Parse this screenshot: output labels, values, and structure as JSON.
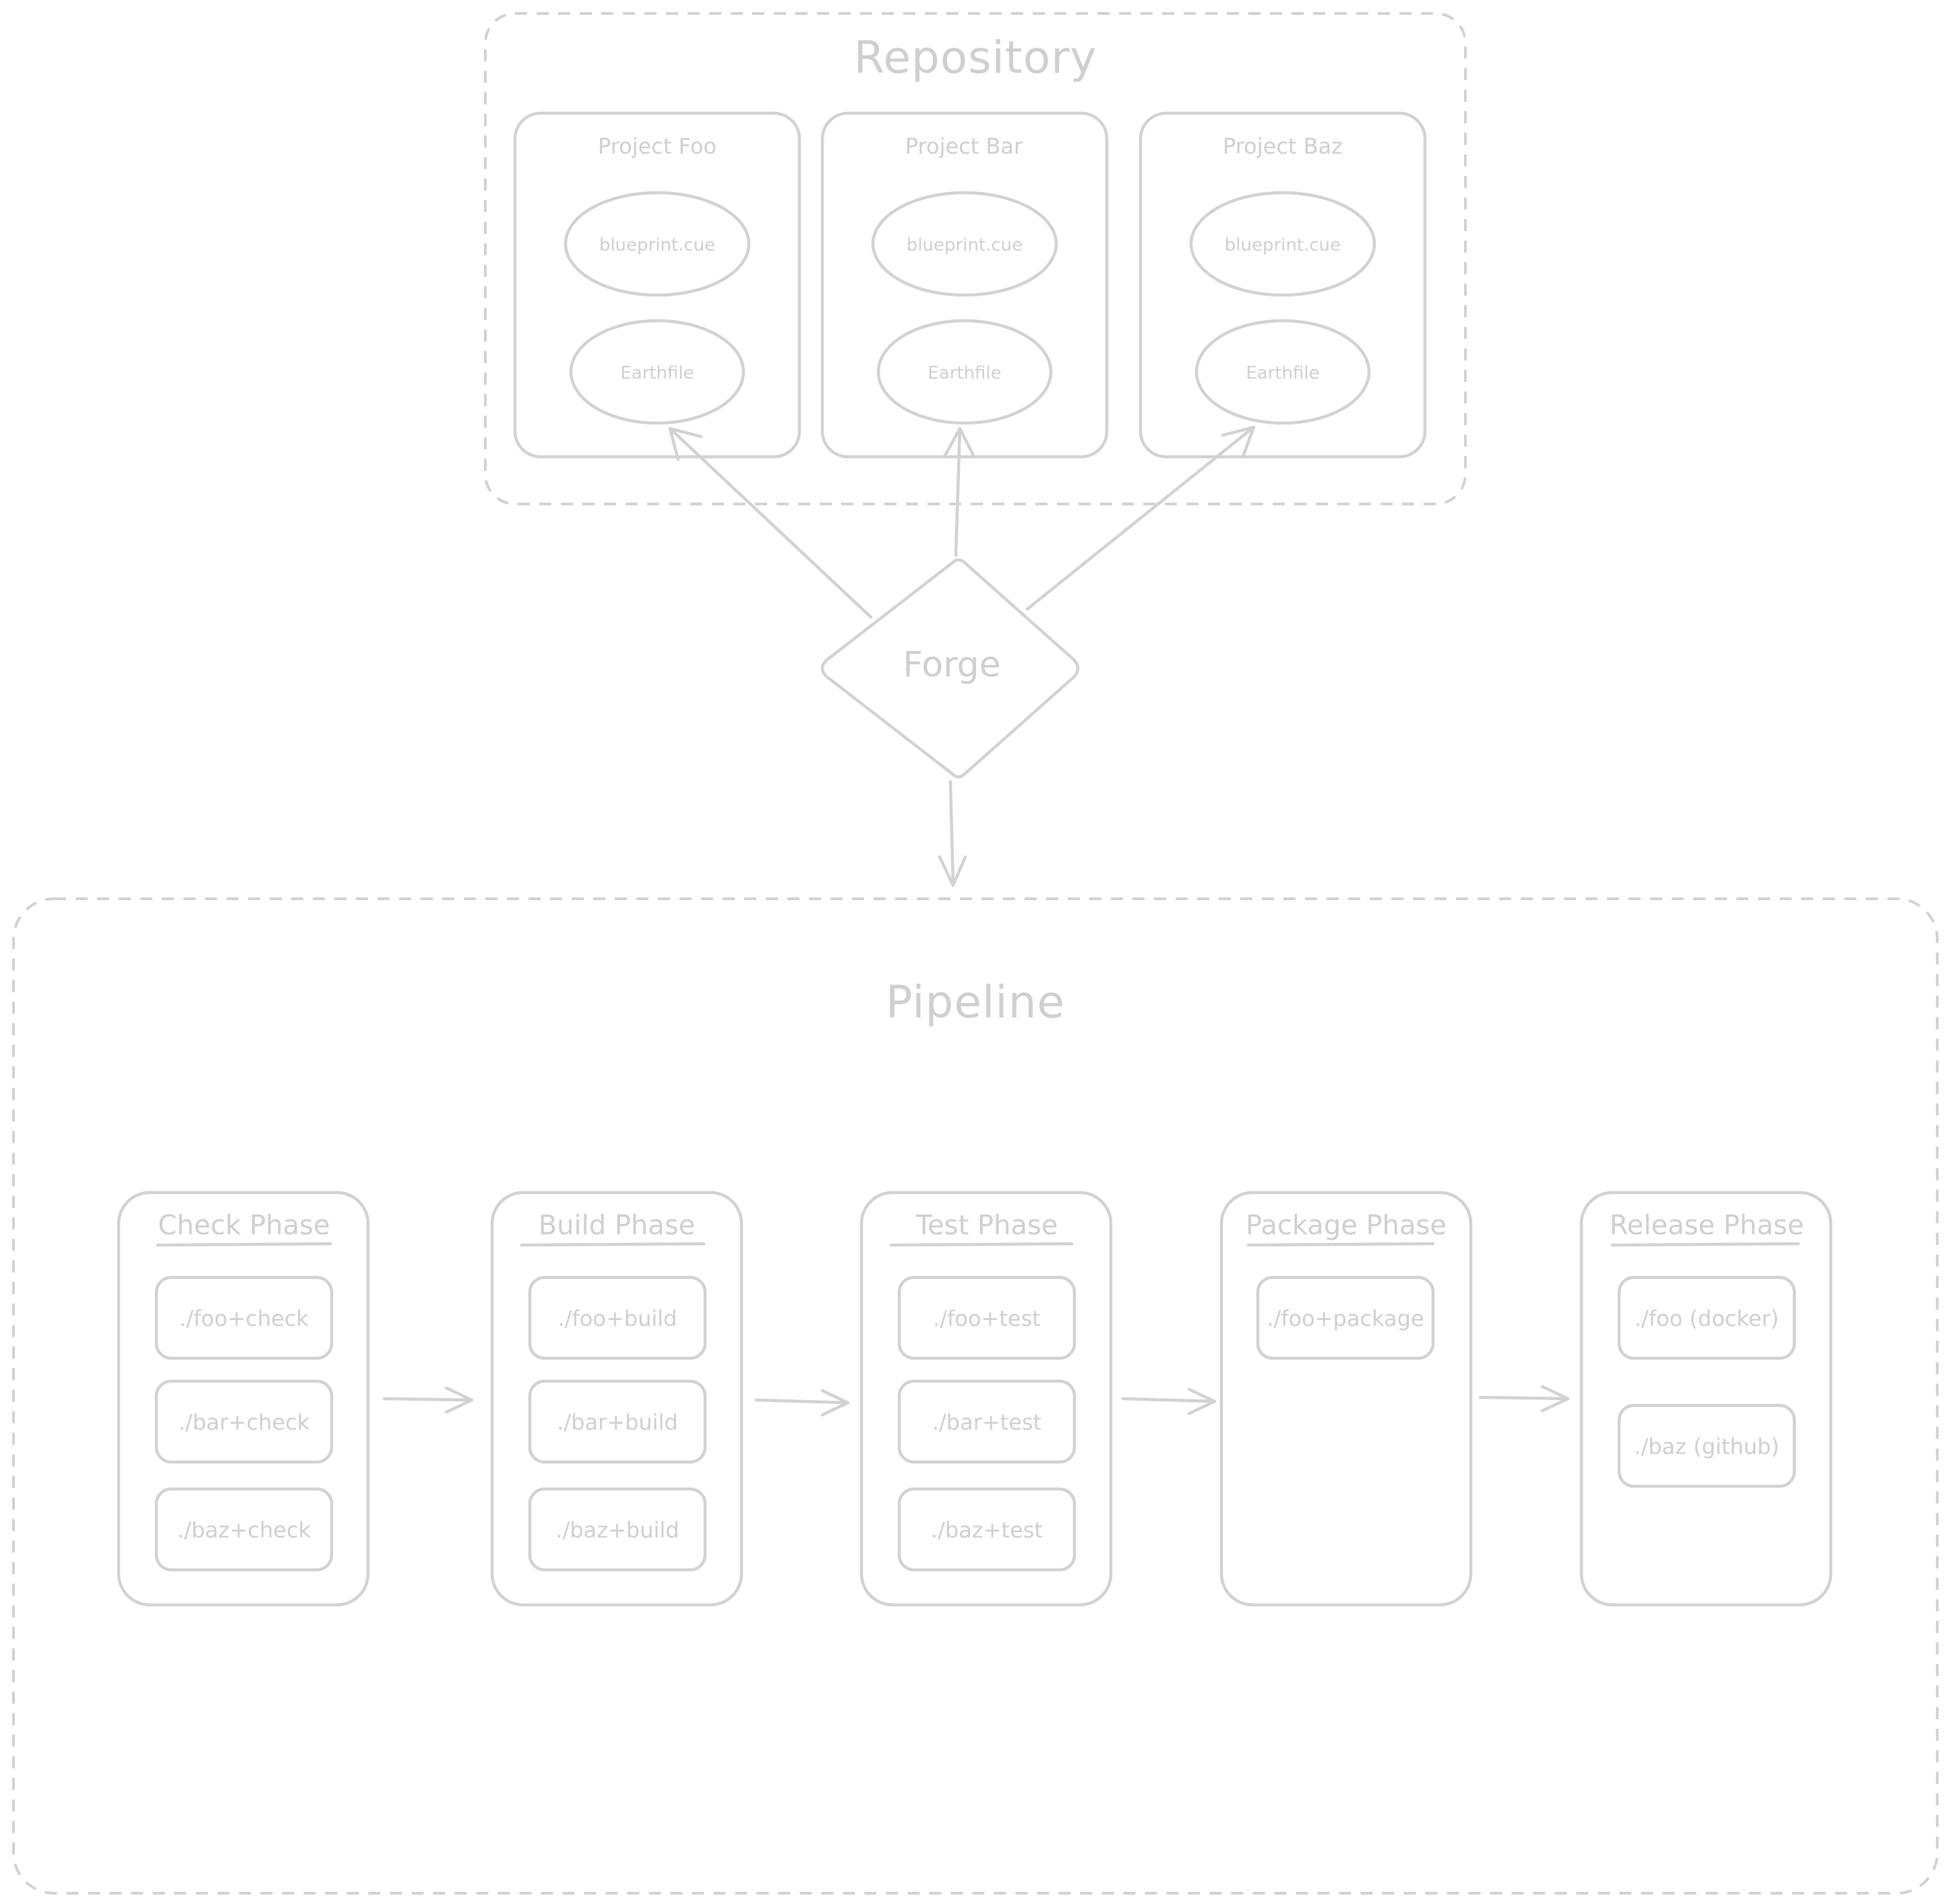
{
  "colors": {
    "stroke": "#d2d2d2",
    "text": "#cfcfcf",
    "background": "#ffffff"
  },
  "repository": {
    "title": "Repository",
    "projects": [
      {
        "name": "Project Foo",
        "files": [
          "blueprint.cue",
          "Earthfile"
        ]
      },
      {
        "name": "Project Bar",
        "files": [
          "blueprint.cue",
          "Earthfile"
        ]
      },
      {
        "name": "Project Baz",
        "files": [
          "blueprint.cue",
          "Earthfile"
        ]
      }
    ]
  },
  "forge": {
    "label": "Forge"
  },
  "pipeline": {
    "title": "Pipeline",
    "phases": [
      {
        "name": "Check Phase",
        "tasks": [
          "./foo+check",
          "./bar+check",
          "./baz+check"
        ]
      },
      {
        "name": "Build Phase",
        "tasks": [
          "./foo+build",
          "./bar+build",
          "./baz+build"
        ]
      },
      {
        "name": "Test Phase",
        "tasks": [
          "./foo+test",
          "./bar+test",
          "./baz+test"
        ]
      },
      {
        "name": "Package Phase",
        "tasks": [
          "./foo+package"
        ]
      },
      {
        "name": "Release Phase",
        "tasks": [
          "./foo (docker)",
          "./baz (github)"
        ]
      }
    ]
  }
}
